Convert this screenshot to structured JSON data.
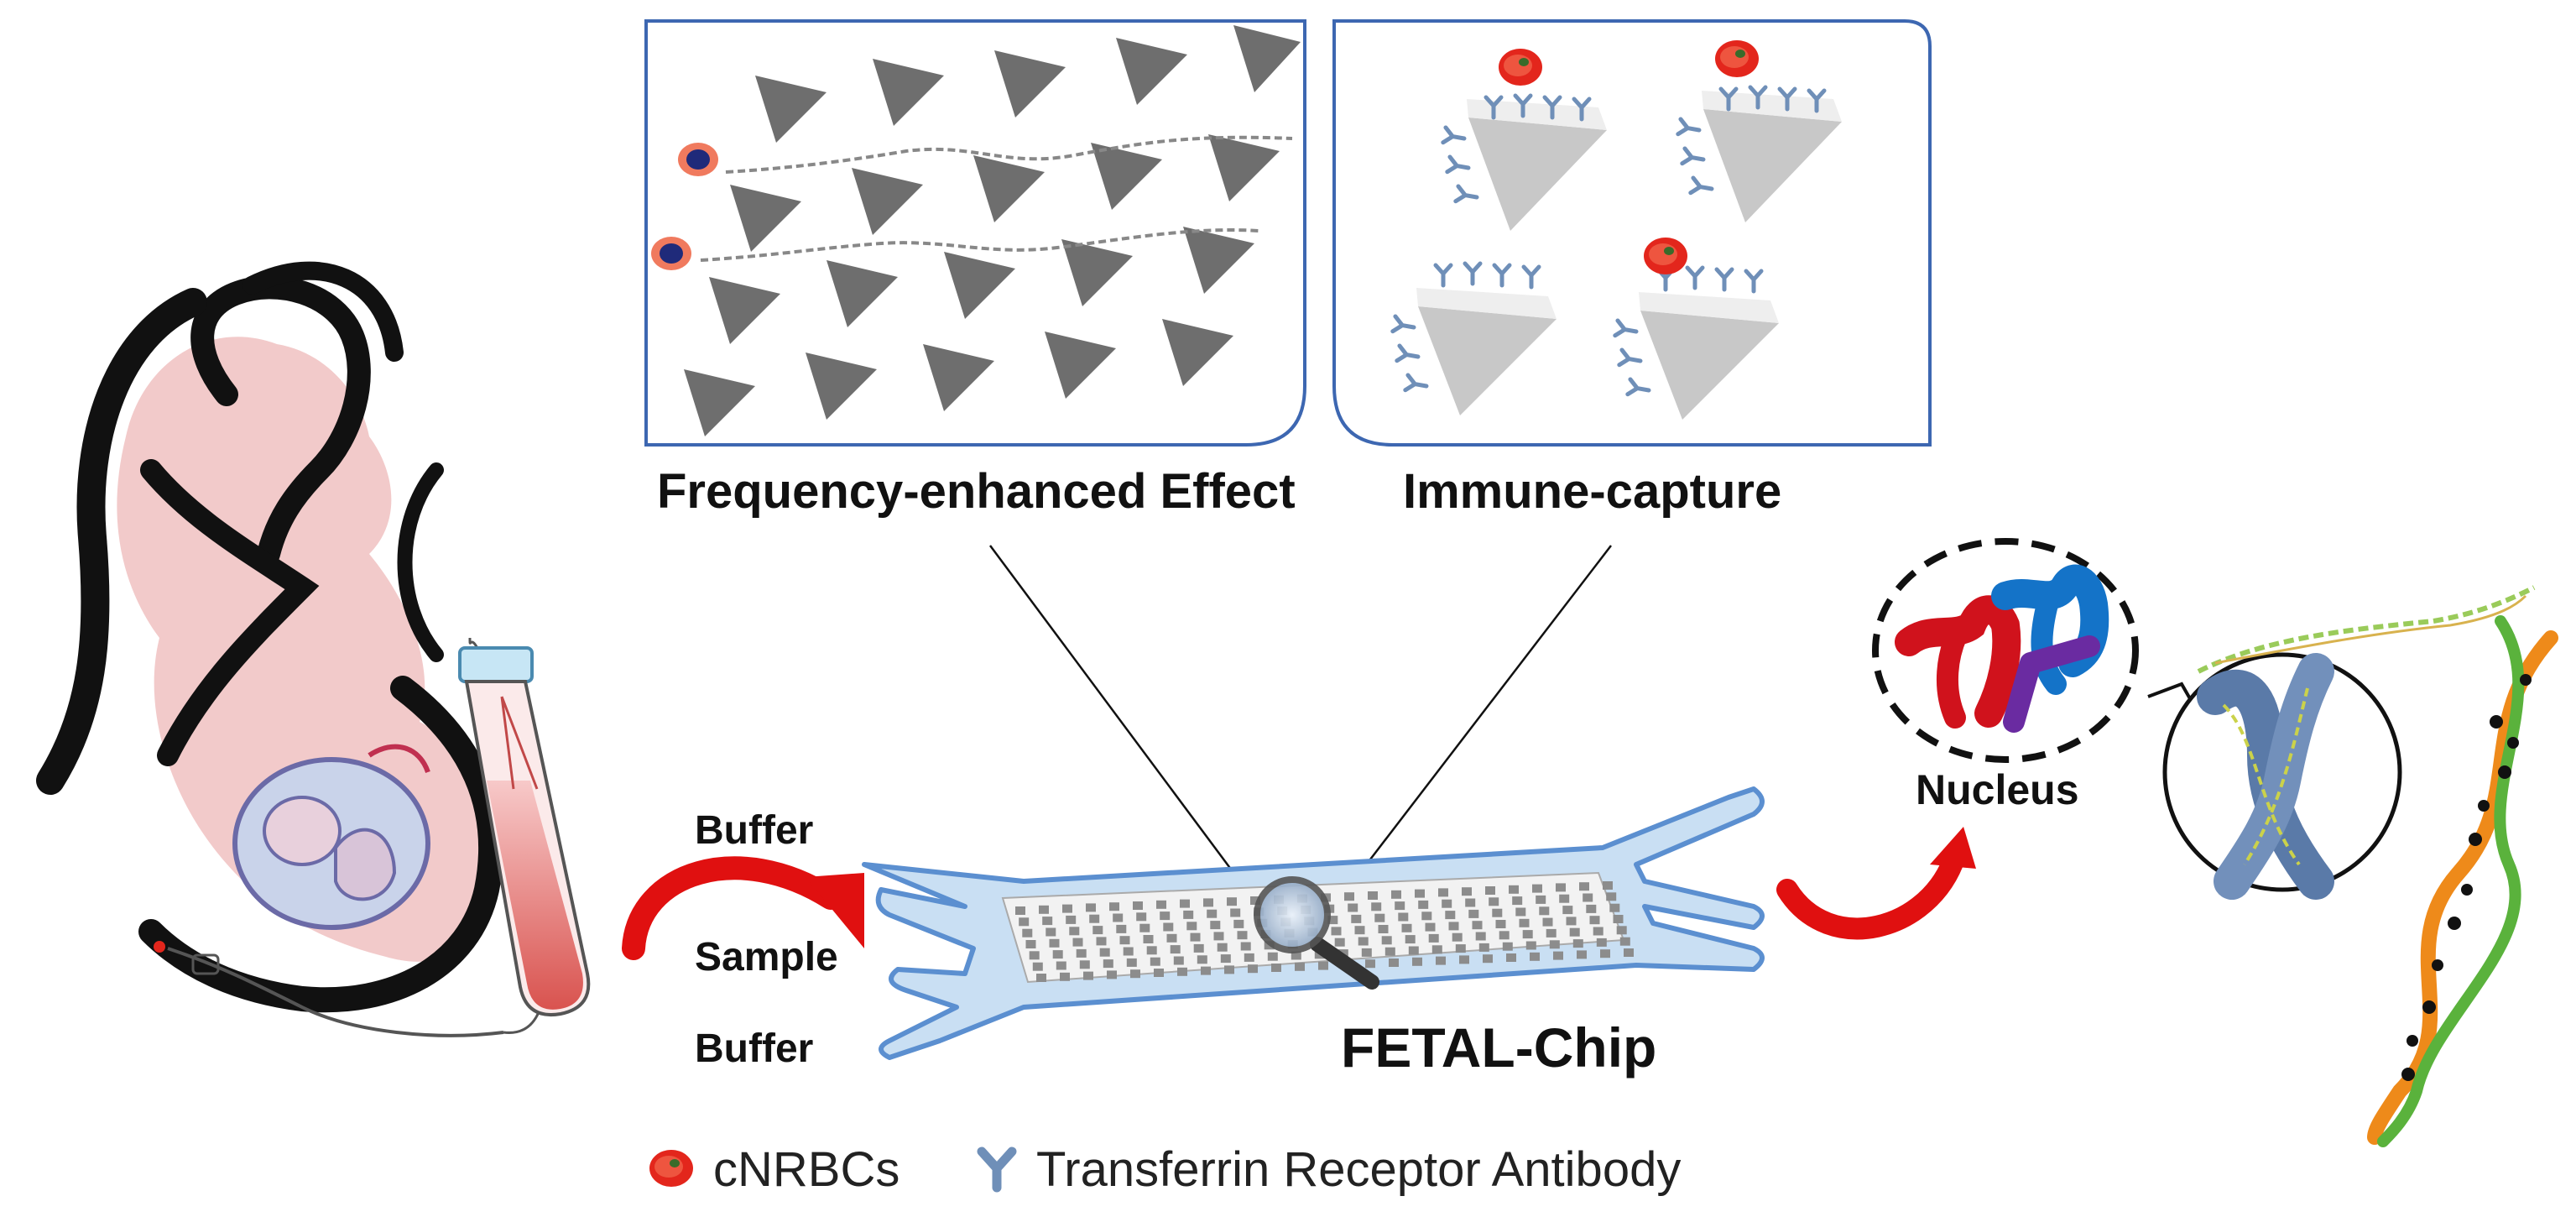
{
  "panels": {
    "left_title": "Frequency-enhanced Effect",
    "right_title": "Immune-capture"
  },
  "chip": {
    "title": "FETAL-Chip",
    "inlets": [
      "Buffer",
      "Sample",
      "Buffer"
    ]
  },
  "nucleus": {
    "label": "Nucleus"
  },
  "legend": {
    "cell_label": "cNRBCs",
    "antibody_label": "Transferrin Receptor Antibody"
  },
  "colors": {
    "panel_border": "#3d67b1",
    "channel": "#9dc3e6",
    "channel_edge": "#5b8fd0",
    "arrow_red": "#e01010",
    "cell_red": "#e3261c",
    "nucleus_core": "#1f2a7a",
    "antibody": "#6f8fb8",
    "triangle_dark": "#6e6e6e",
    "triangle_light": "#c8c8c8",
    "chromosome_red": "#d0121c",
    "chromosome_blue": "#1473c8",
    "chromosome_purple": "#6a2ba1",
    "dna_orange": "#ee8a1a",
    "dna_green": "#5ab23c"
  }
}
